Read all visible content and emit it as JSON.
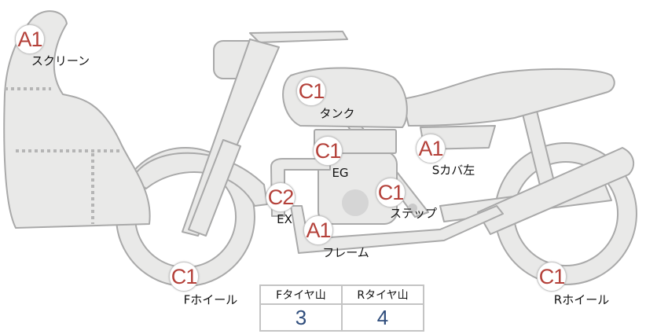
{
  "parts": [
    {
      "id": "screen",
      "grade": "A1",
      "label": "スクリーン"
    },
    {
      "id": "tank",
      "grade": "C1",
      "label": "タンク"
    },
    {
      "id": "engine",
      "grade": "C1",
      "label": "EG"
    },
    {
      "id": "side-cover-left",
      "grade": "A1",
      "label": "Sカバ左"
    },
    {
      "id": "exhaust",
      "grade": "C2",
      "label": "EX"
    },
    {
      "id": "step",
      "grade": "C1",
      "label": "ステップ"
    },
    {
      "id": "frame",
      "grade": "A1",
      "label": "フレーム"
    },
    {
      "id": "front-wheel",
      "grade": "C1",
      "label": "Fホイール"
    },
    {
      "id": "rear-wheel",
      "grade": "C1",
      "label": "Rホイール"
    }
  ],
  "tire_tread": {
    "front_label": "Fタイヤ山",
    "rear_label": "Rタイヤ山",
    "front_value": "3",
    "rear_value": "4"
  },
  "colors": {
    "grade_text": "#b4413a",
    "tread_value": "#2f4d7c",
    "body_fill": "#e9e9e8",
    "body_stroke": "#a9a9a9"
  }
}
